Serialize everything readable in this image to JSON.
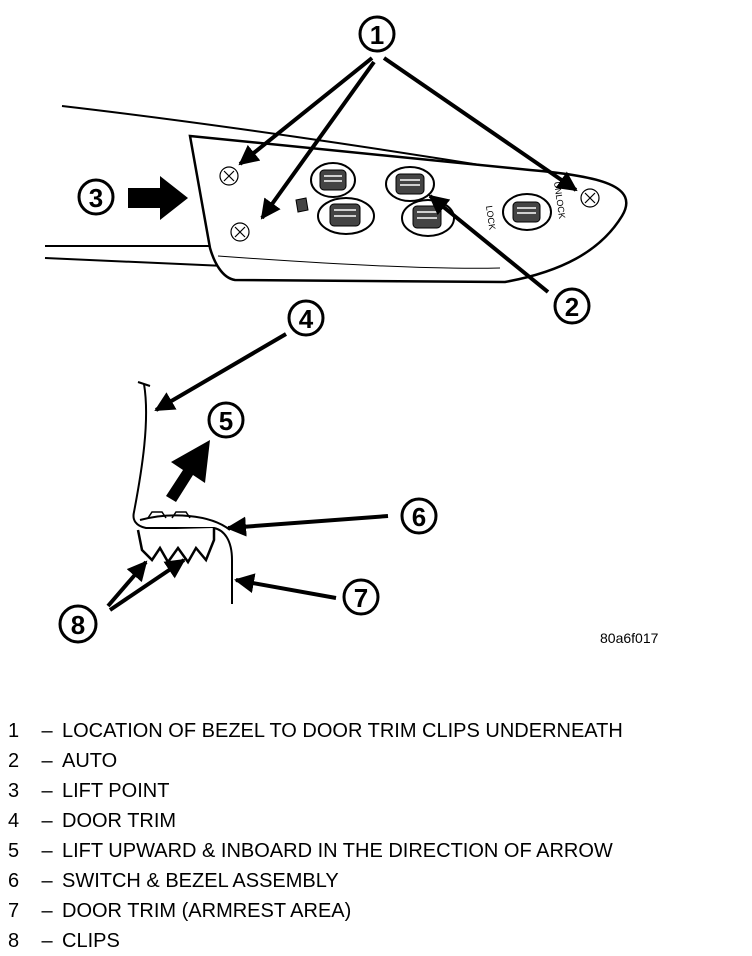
{
  "figure_id": "80a6f017",
  "callouts": [
    "1",
    "2",
    "3",
    "4",
    "5",
    "6",
    "7",
    "8"
  ],
  "switch_labels": {
    "unlock": "UNLOCK",
    "lock": "LOCK"
  },
  "legend": [
    {
      "num": "1",
      "dash": "–",
      "text": "LOCATION OF BEZEL TO DOOR TRIM CLIPS UNDERNEATH"
    },
    {
      "num": "2",
      "dash": "–",
      "text": "AUTO"
    },
    {
      "num": "3",
      "dash": "–",
      "text": "LIFT POINT"
    },
    {
      "num": "4",
      "dash": "–",
      "text": "DOOR TRIM"
    },
    {
      "num": "5",
      "dash": "–",
      "text": "LIFT UPWARD & INBOARD IN THE DIRECTION OF ARROW"
    },
    {
      "num": "6",
      "dash": "–",
      "text": "SWITCH & BEZEL ASSEMBLY"
    },
    {
      "num": "7",
      "dash": "–",
      "text": "DOOR TRIM (ARMREST AREA)"
    },
    {
      "num": "8",
      "dash": "–",
      "text": "CLIPS"
    }
  ]
}
